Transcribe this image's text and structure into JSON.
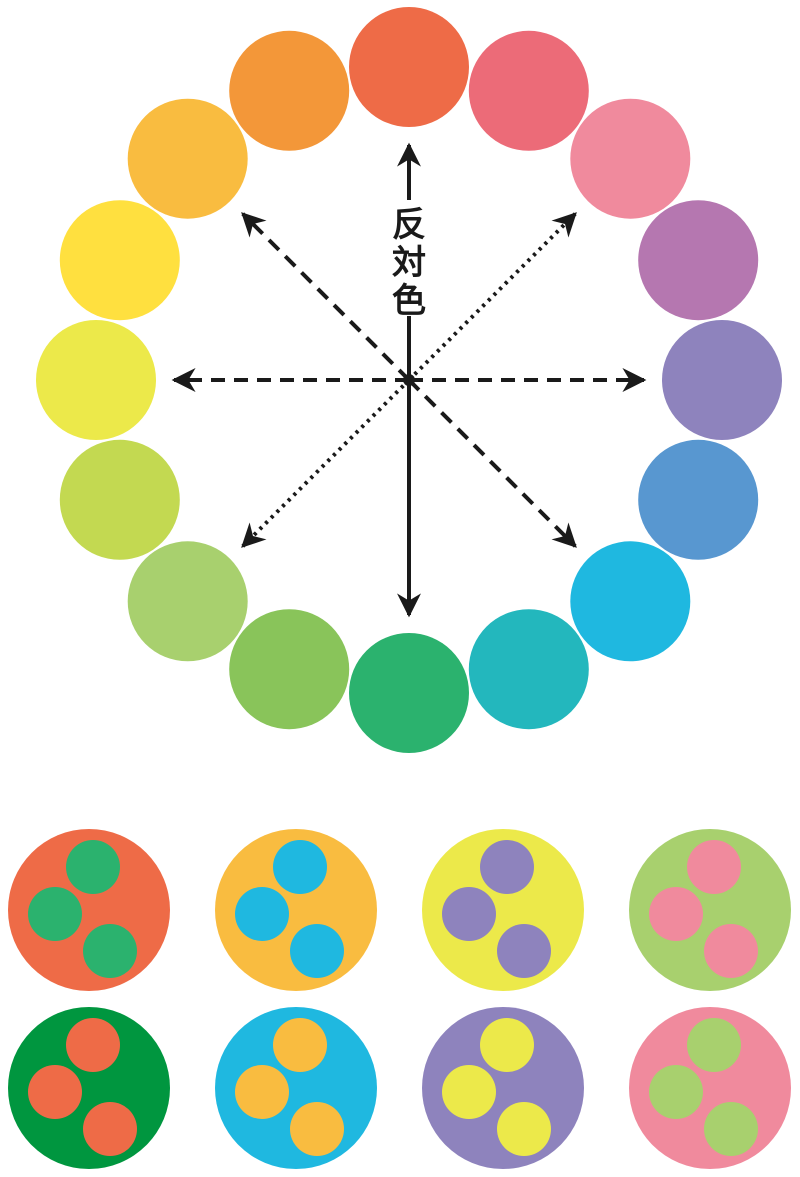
{
  "label": "反対色",
  "wheel_colors": [
    "#EE6B47",
    "#EC6B78",
    "#F08A9D",
    "#B577B0",
    "#8E83BD",
    "#5897D0",
    "#1FB8E0",
    "#23B7BD",
    "#2BB26E",
    "#89C45A",
    "#A8D06E",
    "#C3D951",
    "#ECE94A",
    "#FFE03F",
    "#F9BC40",
    "#F39739"
  ],
  "arrows": [
    {
      "from_index": 0,
      "to_index": 8,
      "style": "solid"
    },
    {
      "from_index": 14,
      "to_index": 6,
      "style": "dashed"
    },
    {
      "from_index": 12,
      "to_index": 4,
      "style": "dashed"
    },
    {
      "from_index": 10,
      "to_index": 2,
      "style": "dotted"
    }
  ],
  "swatches": [
    {
      "bg": "#EE6B47",
      "dot": "#2BB26E"
    },
    {
      "bg": "#F9BC40",
      "dot": "#1FB8E0"
    },
    {
      "bg": "#ECE94A",
      "dot": "#8E83BD"
    },
    {
      "bg": "#A8D06E",
      "dot": "#F08A9D"
    },
    {
      "bg": "#00963F",
      "dot": "#EE6B47"
    },
    {
      "bg": "#1FB8E0",
      "dot": "#F9BC40"
    },
    {
      "bg": "#8E83BD",
      "dot": "#ECE94A"
    },
    {
      "bg": "#F08A9D",
      "dot": "#A8D06E"
    }
  ],
  "line_color": "#1a1a1a"
}
